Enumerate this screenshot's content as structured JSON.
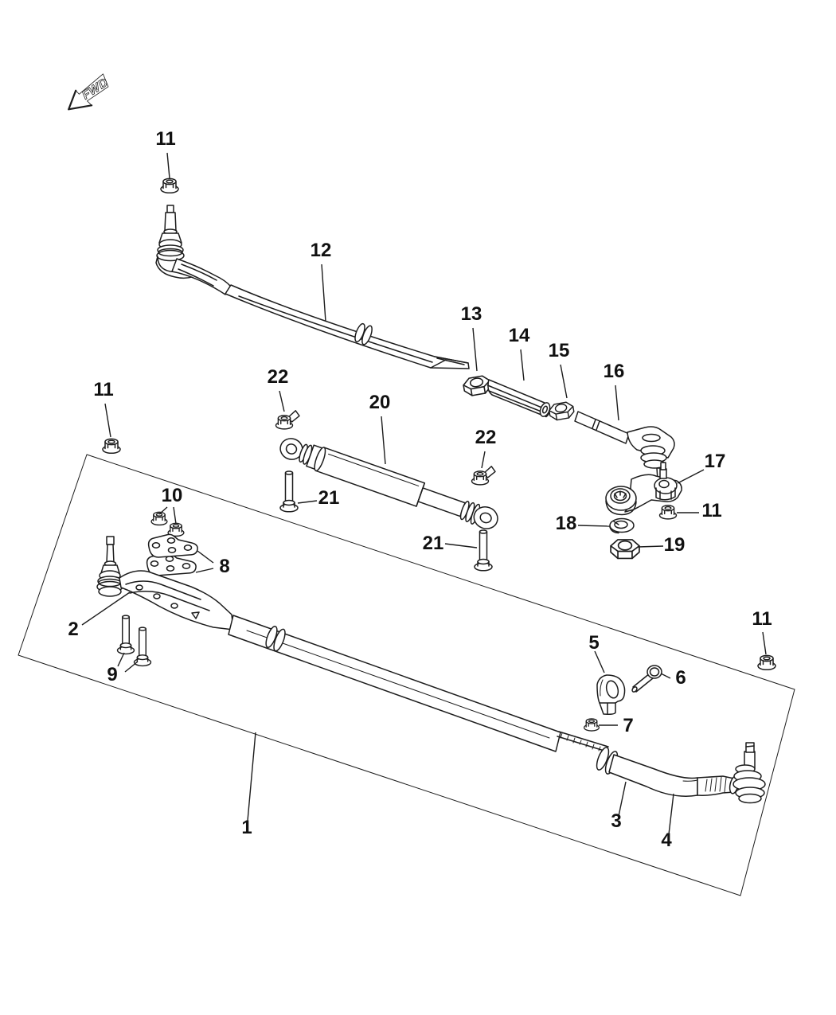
{
  "diagram": {
    "fwd_label": "FWD",
    "background": "#ffffff",
    "line_color": "#1c1c1c"
  },
  "callouts": {
    "v11a": "11",
    "v12": "12",
    "v13": "13",
    "v14": "14",
    "v15": "15",
    "v16": "16",
    "v22a": "22",
    "v11b": "11",
    "v20": "20",
    "v22b": "22",
    "v17": "17",
    "v10": "10",
    "v21a": "21",
    "v11c": "11",
    "v18": "18",
    "v19": "19",
    "v21b": "21",
    "v8": "8",
    "v2": "2",
    "v5": "5",
    "v11d": "11",
    "v6": "6",
    "v9": "9",
    "v7": "7",
    "v3": "3",
    "v4": "4",
    "v1": "1"
  }
}
